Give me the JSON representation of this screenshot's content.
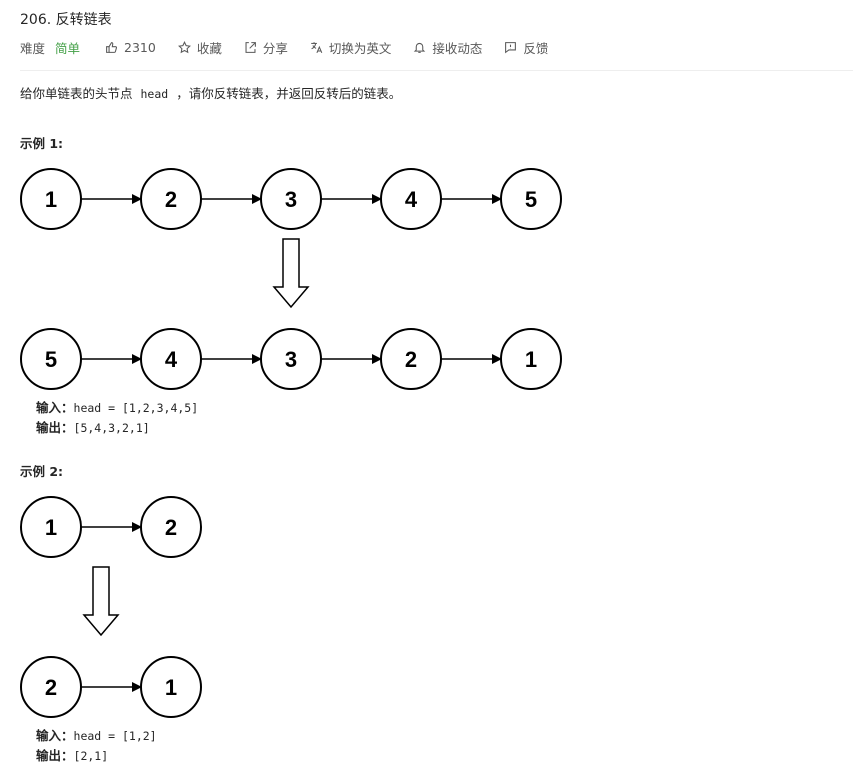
{
  "problem": {
    "title": "206. 反转链表",
    "difficulty_label": "难度",
    "difficulty_value": "简单",
    "likes": "2310",
    "favorite_label": "收藏",
    "share_label": "分享",
    "translate_label": "切换为英文",
    "notify_label": "接收动态",
    "feedback_label": "反馈"
  },
  "description": {
    "before": "给你单链表的头节点",
    "code": "head",
    "after": "，请你反转链表，并返回反转后的链表。"
  },
  "examples": [
    {
      "title": "示例 1:",
      "input_nodes": [
        "1",
        "2",
        "3",
        "4",
        "5"
      ],
      "output_nodes": [
        "5",
        "4",
        "3",
        "2",
        "1"
      ],
      "input_label": "输入：",
      "input_value": "head = [1,2,3,4,5]",
      "output_label": "输出：",
      "output_value": "[5,4,3,2,1]"
    },
    {
      "title": "示例 2:",
      "input_nodes": [
        "1",
        "2"
      ],
      "output_nodes": [
        "2",
        "1"
      ],
      "input_label": "输入：",
      "input_value": "head = [1,2]",
      "output_label": "输出：",
      "output_value": "[2,1]"
    }
  ],
  "icons": {
    "like": "thumbs-up-icon",
    "favorite": "star-icon",
    "share": "share-icon",
    "translate": "translate-icon",
    "notify": "bell-icon",
    "feedback": "feedback-icon"
  },
  "colors": {
    "easy": "#43a047"
  }
}
